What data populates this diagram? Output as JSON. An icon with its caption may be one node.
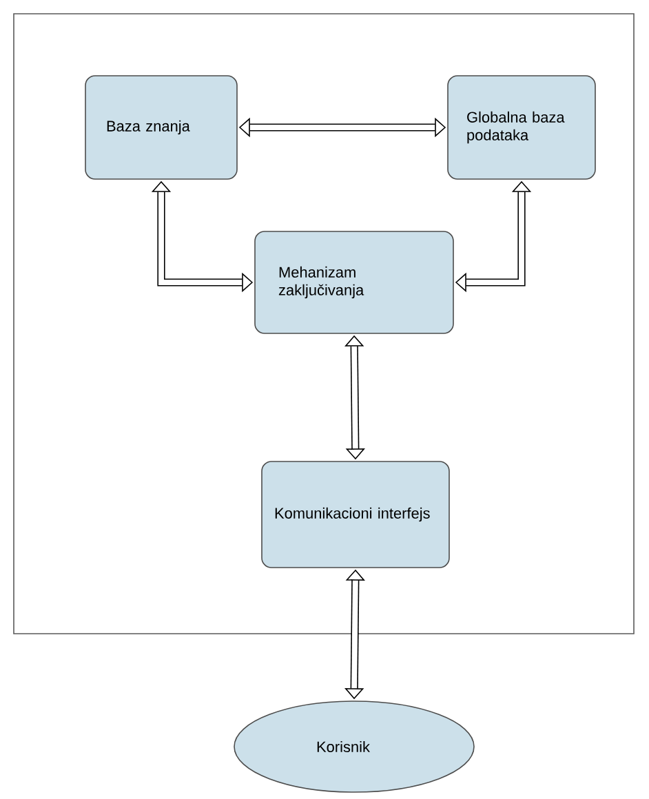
{
  "diagram": {
    "nodes": [
      {
        "text": [
          "Baza znanja"
        ]
      },
      {
        "text": [
          "Globalna baza podataka"
        ]
      },
      {
        "text": [
          "Mehanizam zaključivanja"
        ]
      },
      {
        "text": [
          "Komunikacioni interfejs"
        ]
      },
      {
        "text": [
          "Korisnik"
        ]
      }
    ],
    "edges": [
      {
        "from": 0,
        "to": 1,
        "arrow": "both"
      },
      {
        "from": 0,
        "to": 2,
        "arrow": "both"
      },
      {
        "from": 1,
        "to": 2,
        "arrow": "both"
      },
      {
        "from": 2,
        "to": 3,
        "arrow": "both"
      },
      {
        "from": 3,
        "to": 4,
        "arrow": "both"
      }
    ]
  }
}
